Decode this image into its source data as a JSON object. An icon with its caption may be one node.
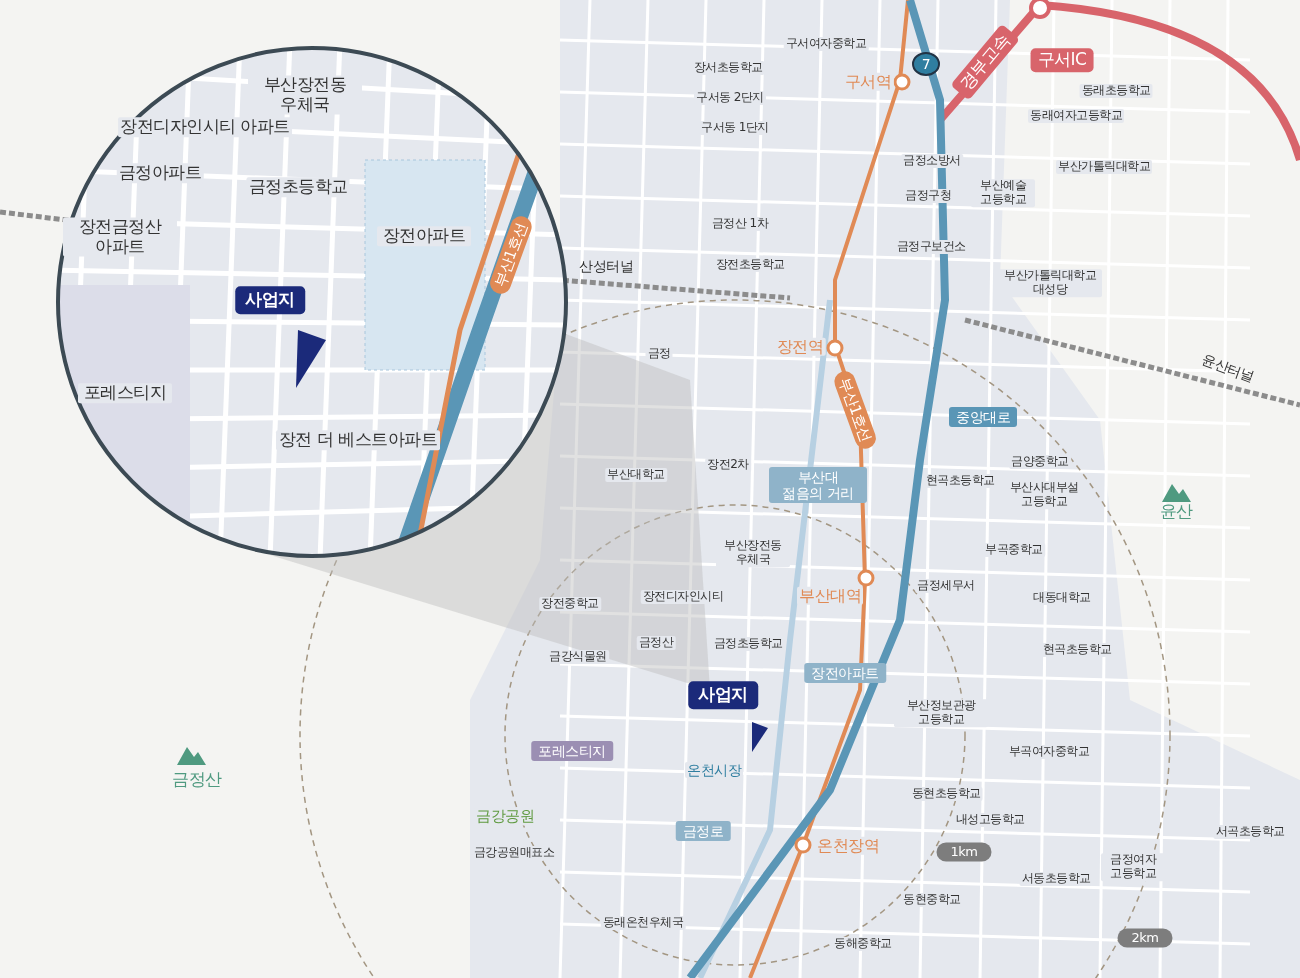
{
  "diagram": {
    "labels": [
      "구서여자중학교",
      "장서초등학교",
      "구서동 2단지",
      "구서역",
      "경부고속",
      "구서IC",
      "동래초등학교",
      "동래여자고등학교",
      "구서동 1단지",
      "금정소방서",
      "부산가톨릭대학교",
      "부산예술 고등학교",
      "금정구청",
      "금정산 1차",
      "금정구보건소",
      "산성터널",
      "장전초등학교",
      "부산가톨릭대학교 대성당",
      "장전역",
      "금정",
      "윤산터널",
      "부산1호선",
      "중앙대로",
      "금양중학교",
      "장전2차",
      "부산대학교",
      "현곡초등학교",
      "부산대 젊음의 거리",
      "부산사대부설 고등학교",
      "윤산",
      "부산장전동 우체국",
      "부곡중학교",
      "장전중학교",
      "장전디자인시티",
      "금정세무서",
      "부산대역",
      "대동대학교",
      "금정산",
      "금정초등학교",
      "현곡초등학교",
      "금강식물원",
      "장전아파트",
      "사업지",
      "부산정보관광 고등학교",
      "포레스티지",
      "온천시장",
      "부곡여자중학교",
      "금정산",
      "동현초등학교",
      "금강공원",
      "금정로",
      "내성고등학교",
      "1km",
      "온천장역",
      "서곡초등학교",
      "금강공원매표소",
      "금정여자 고등학교",
      "서동초등학교",
      "동현중학교",
      "동래온천우체국",
      "동해중학교",
      "2km",
      "부산장전동 우체국",
      "장전디자인시티 아파트",
      "금정아파트",
      "금정초등학교",
      "장전아파트",
      "장전금정산 아파트",
      "부산1호선",
      "사업지",
      "포레스티지",
      "장전 더 베스트아파트",
      "7"
    ]
  }
}
